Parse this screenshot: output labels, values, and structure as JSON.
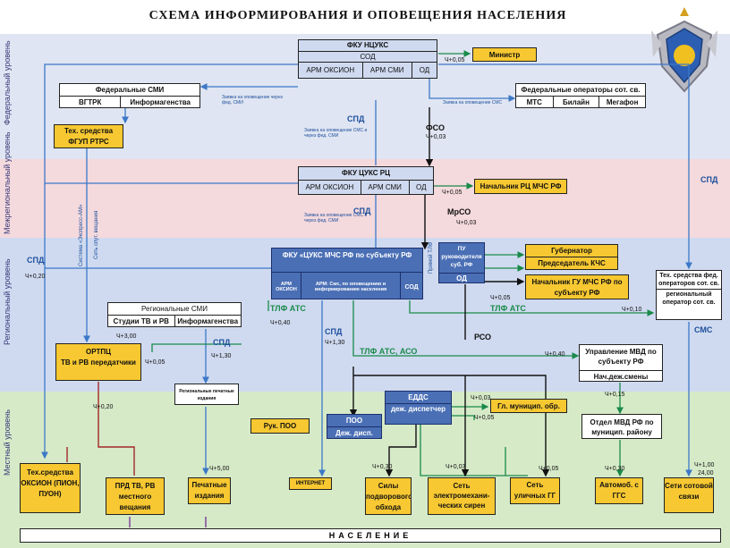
{
  "title": "СХЕМА ИНФОРМИРОВАНИЯ И ОПОВЕЩЕНИЯ НАСЕЛЕНИЯ",
  "levels": {
    "federal": "Федеральный уровень",
    "interregional": "Межрегиональный уровень",
    "regional": "Региональный уровень",
    "local": "Местный уровень"
  },
  "colors": {
    "federal_band": "#dfe5f2",
    "interregional_band": "#f4d9dd",
    "regional_band": "#cfdaf0",
    "local_band": "#d6eac8",
    "blue_box": "#4a6fb5",
    "yellow_box": "#f7c831",
    "green_line": "#1a8a4a",
    "blue_line": "#3c78c8"
  },
  "fku_ntsuks": {
    "title": "ФКУ НЦУКС",
    "sod": "СОД",
    "arm_oksion": "АРМ ОКСИОН",
    "arm_smi": "АРМ СМИ",
    "od": "ОД"
  },
  "minister": "Министр",
  "federal_media": {
    "title": "Федеральные СМИ",
    "a": "ВГТРК",
    "b": "Информагенства"
  },
  "operators": {
    "title": "Федеральные операторы сот. св.",
    "a": "МТС",
    "b": "Билайн",
    "c": "Мегафон"
  },
  "fgup": "Тех. средства ФГУП РТРС",
  "fku_rc": {
    "title": "ФКУ ЦУКС РЦ",
    "arm_oksion": "АРМ ОКСИОН",
    "arm_smi": "АРМ СМИ",
    "od": "ОД"
  },
  "head_rc": "Начальник РЦ МЧС РФ",
  "fku_subject": {
    "title": "ФКУ «ЦУКС МЧС РФ по субъекту РФ",
    "arm": "АРМ ОКСИОН",
    "arm2": "АРМ: Смс, по оповещению и информированию населения",
    "sod": "СОД"
  },
  "pu": {
    "title": "ПУ руководителя суб. РФ",
    "od": "ОД"
  },
  "governor": {
    "a": "Губернатор",
    "b": "Председатель КЧС"
  },
  "head_gu": "Начальник ГУ МЧС РФ по субъекту РФ",
  "tech_oper": {
    "a": "Тех. средства фед. операторов сот. св.",
    "b": "региональный оператор сот. св."
  },
  "regional_media": {
    "title": "Региональные СМИ",
    "a": "Студии ТВ и РВ",
    "b": "Информагенства"
  },
  "ortpts": {
    "a": "ОРТПЦ",
    "b": "ТВ и РВ передатчики"
  },
  "reg_print": "Региональные печатные издания",
  "mvd_subject": {
    "a": "Управление МВД по субъекту РФ",
    "b": "Нач.деж.смены"
  },
  "edds": {
    "a": "ЕДДС",
    "b": "деж. диспетчер"
  },
  "poo": {
    "a": "ПОО",
    "b": "Деж. дисп."
  },
  "ruk_poo": "Рук. ПОО",
  "gl_municip": "Гл. муницип. обр.",
  "mvd_district": "Отдел МВД РФ по муницип. району",
  "bottom": {
    "oksion": "Тех.средства ОКСИОН (ПИОН, ПУОН)",
    "prd": "ПРД ТВ, РВ местного вещания",
    "print": "Печатные издания",
    "internet": "ИНТЕРНЕТ",
    "forces": "Силы подворового обхода",
    "sirens": "Сеть электромехани-ческих сирен",
    "loudspeakers": "Сеть уличных ГГ",
    "cars": "Автомоб. с ГГС",
    "cell": "Сети сотовой связи"
  },
  "population": "НАСЕЛЕНИЕ",
  "labels": {
    "spd": "СПД",
    "fso": "ФСО",
    "mrso": "МрСО",
    "rso": "РСО",
    "tlf_ats": "ТЛФ АТС",
    "tlf_ats_aso": "ТЛФ АТС, АСО",
    "sms": "СМС",
    "t005": "Ч+0,05",
    "t003": "Ч+0,03",
    "t020": "Ч+0,20",
    "t040": "Ч+0,40",
    "t010": "Ч+0,10",
    "t130": "Ч+1,30",
    "t300": "Ч+3,00",
    "t015": "Ч+0,15",
    "t030": "Ч+0,30",
    "t500": "Ч+5,00",
    "t100": "Ч+1,00",
    "t2400": "24,00",
    "note_fed_smi": "Заявка на оповещение через фед. СМИ",
    "note_sms": "Заявка на оповещение СМС",
    "note_sms_smi": "Заявка на оповещение СМС и через фед. СМИ",
    "note_sms_smi2": "Заявка на оповещение СМС и через фед. СМИ",
    "note_express": "Система «Экспресс-АМ»",
    "note_sput": "Сеть спут. вещания",
    "note_pryamoy": "Прямой ТЛФ"
  }
}
